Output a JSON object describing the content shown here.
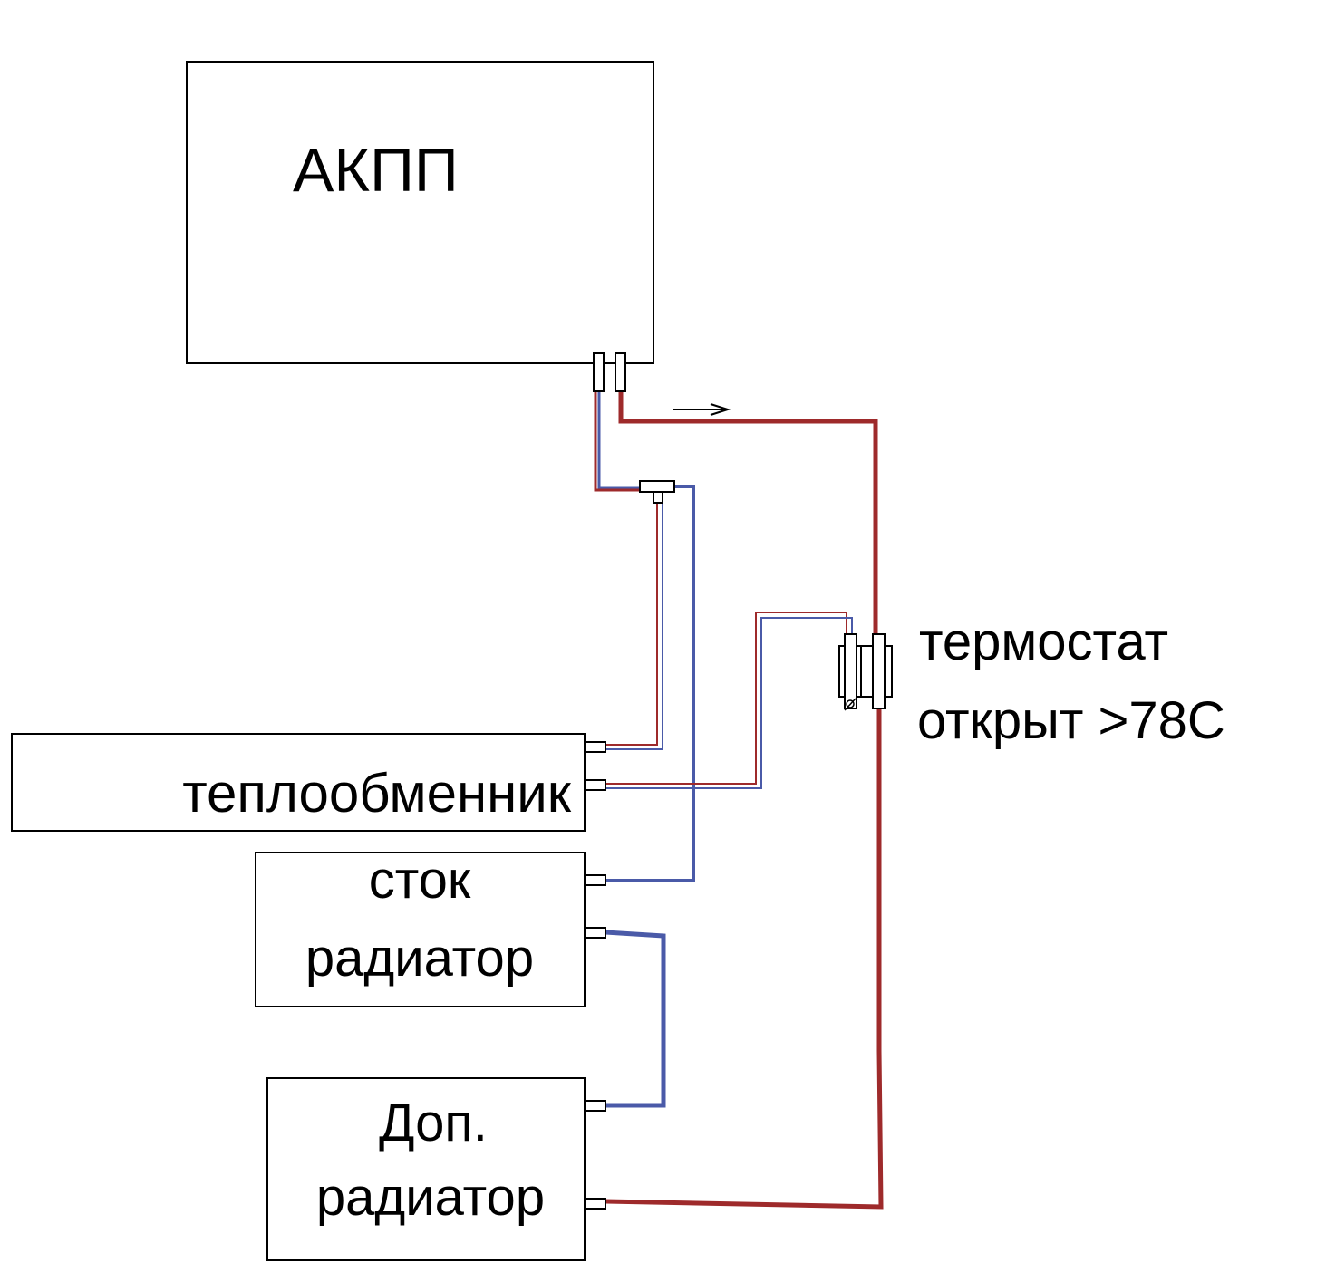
{
  "blocks": {
    "akpp": "АКПП",
    "heat_exchanger": "теплообменник",
    "stock_radiator_line1": "сток",
    "stock_radiator_line2": "радиатор",
    "extra_radiator_line1": "Доп.",
    "extra_radiator_line2": "радиатор"
  },
  "thermostat": {
    "line1": "термостат",
    "line2": "открыт >78С"
  },
  "colors": {
    "hot_line": "#9e2a2b",
    "cold_line": "#4a5aa8",
    "outline": "#000000",
    "background": "#ffffff"
  }
}
